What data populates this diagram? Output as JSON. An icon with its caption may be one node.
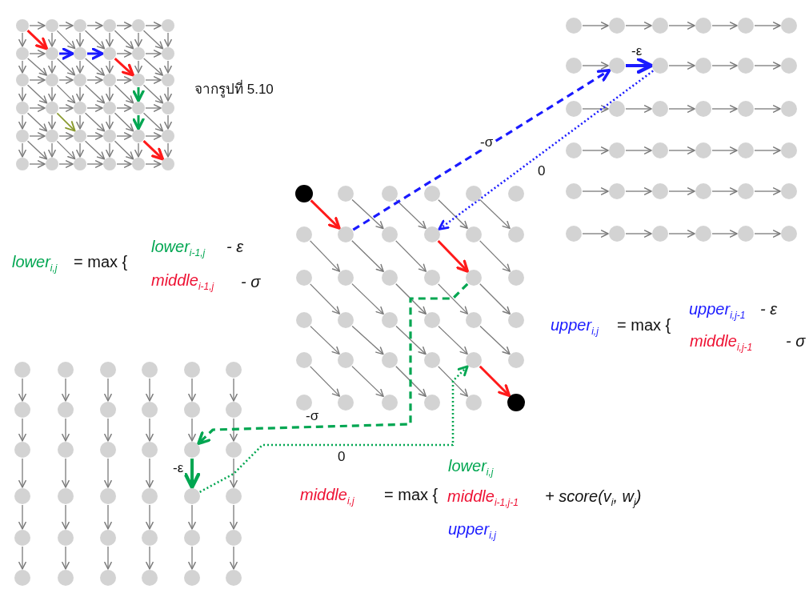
{
  "diagram": {
    "nodes": [
      {
        "text": [],
        "shape": "circle"
      },
      {
        "text": [],
        "shape": "circle"
      },
      {
        "text": [],
        "shape": "circle"
      },
      {
        "text": [],
        "shape": "circle"
      },
      {
        "text": [],
        "shape": "circle"
      },
      {
        "text": [],
        "shape": "circle"
      },
      {
        "text": [],
        "shape": "circle"
      },
      {
        "text": [],
        "shape": "circle"
      },
      {
        "text": [],
        "shape": "circle"
      },
      {
        "text": [],
        "shape": "circle"
      },
      {
        "text": [],
        "shape": "circle"
      },
      {
        "text": [],
        "shape": "circle"
      },
      {
        "text": [],
        "shape": "circle"
      },
      {
        "text": [],
        "shape": "circle"
      },
      {
        "text": [],
        "shape": "circle"
      },
      {
        "text": [],
        "shape": "circle"
      },
      {
        "text": [],
        "shape": "circle"
      },
      {
        "text": [],
        "shape": "circle"
      },
      {
        "text": [],
        "shape": "circle"
      },
      {
        "text": [],
        "shape": "circle"
      },
      {
        "text": [],
        "shape": "circle"
      },
      {
        "text": [],
        "shape": "circle"
      },
      {
        "text": [],
        "shape": "circle"
      },
      {
        "text": [],
        "shape": "circle"
      },
      {
        "text": [],
        "shape": "circle"
      },
      {
        "text": [],
        "shape": "circle"
      },
      {
        "text": [],
        "shape": "circle"
      },
      {
        "text": [],
        "shape": "circle"
      },
      {
        "text": [],
        "shape": "circle"
      },
      {
        "text": [],
        "shape": "circle"
      },
      {
        "text": [],
        "shape": "circle"
      },
      {
        "text": [],
        "shape": "circle"
      },
      {
        "text": [],
        "shape": "circle"
      },
      {
        "text": [],
        "shape": "circle"
      },
      {
        "text": [],
        "shape": "circle"
      },
      {
        "text": [],
        "shape": "circle"
      },
      {
        "text": [],
        "shape": "circle"
      },
      {
        "text": [],
        "shape": "circle"
      },
      {
        "text": [],
        "shape": "circle"
      },
      {
        "text": [],
        "shape": "circle"
      },
      {
        "text": [],
        "shape": "circle"
      },
      {
        "text": [],
        "shape": "circle"
      },
      {
        "text": [],
        "shape": "circle"
      },
      {
        "text": [],
        "shape": "circle"
      },
      {
        "text": [],
        "shape": "circle"
      },
      {
        "text": [],
        "shape": "circle"
      },
      {
        "text": [],
        "shape": "circle"
      },
      {
        "text": [],
        "shape": "circle"
      },
      {
        "text": [],
        "shape": "circle"
      },
      {
        "text": [],
        "shape": "circle"
      },
      {
        "text": [],
        "shape": "circle"
      },
      {
        "text": [],
        "shape": "circle"
      },
      {
        "text": [],
        "shape": "circle"
      },
      {
        "text": [],
        "shape": "circle"
      },
      {
        "text": [],
        "shape": "circle"
      },
      {
        "text": [],
        "shape": "circle"
      },
      {
        "text": [],
        "shape": "circle"
      },
      {
        "text": [],
        "shape": "circle"
      },
      {
        "text": [],
        "shape": "circle"
      },
      {
        "text": [],
        "shape": "circle"
      },
      {
        "text": [],
        "shape": "circle"
      },
      {
        "text": [],
        "shape": "circle"
      },
      {
        "text": [],
        "shape": "circle"
      },
      {
        "text": [],
        "shape": "circle"
      },
      {
        "text": [],
        "shape": "circle"
      },
      {
        "text": [],
        "shape": "circle"
      },
      {
        "text": [],
        "shape": "circle"
      },
      {
        "text": [],
        "shape": "circle"
      },
      {
        "text": [],
        "shape": "circle"
      },
      {
        "text": [],
        "shape": "circle"
      },
      {
        "text": [],
        "shape": "circle"
      },
      {
        "text": [],
        "shape": "circle"
      },
      {
        "text": [],
        "shape": "circle"
      },
      {
        "text": [],
        "shape": "circle"
      },
      {
        "text": [],
        "shape": "circle"
      },
      {
        "text": [],
        "shape": "circle"
      },
      {
        "text": [],
        "shape": "circle"
      },
      {
        "text": [],
        "shape": "circle"
      },
      {
        "text": [],
        "shape": "circle"
      },
      {
        "text": [],
        "shape": "circle"
      },
      {
        "text": [],
        "shape": "circle"
      },
      {
        "text": [],
        "shape": "circle"
      },
      {
        "text": [],
        "shape": "circle"
      },
      {
        "text": [],
        "shape": "circle"
      },
      {
        "text": [],
        "shape": "circle"
      },
      {
        "text": [],
        "shape": "circle"
      },
      {
        "text": [],
        "shape": "circle"
      },
      {
        "text": [],
        "shape": "circle"
      },
      {
        "text": [],
        "shape": "circle"
      },
      {
        "text": [],
        "shape": "circle"
      },
      {
        "text": [],
        "shape": "circle"
      },
      {
        "text": [],
        "shape": "circle"
      },
      {
        "text": [],
        "shape": "circle"
      },
      {
        "text": [],
        "shape": "circle"
      },
      {
        "text": [],
        "shape": "circle"
      },
      {
        "text": [],
        "shape": "circle"
      },
      {
        "text": [],
        "shape": "circle"
      },
      {
        "text": [],
        "shape": "circle"
      },
      {
        "text": [],
        "shape": "circle"
      },
      {
        "text": [],
        "shape": "circle"
      },
      {
        "text": [],
        "shape": "circle"
      },
      {
        "text": [],
        "shape": "circle"
      },
      {
        "text": [],
        "shape": "circle"
      },
      {
        "text": [],
        "shape": "circle"
      },
      {
        "text": [],
        "shape": "circle"
      },
      {
        "text": [],
        "shape": "circle"
      },
      {
        "text": [],
        "shape": "circle"
      },
      {
        "text": [],
        "shape": "circle"
      },
      {
        "text": [],
        "shape": "circle"
      },
      {
        "text": [],
        "shape": "circle"
      },
      {
        "text": [],
        "shape": "circle"
      },
      {
        "text": [],
        "shape": "circle"
      },
      {
        "text": [],
        "shape": "circle"
      },
      {
        "text": [],
        "shape": "circle"
      },
      {
        "text": [],
        "shape": "circle"
      },
      {
        "text": [],
        "shape": "circle"
      },
      {
        "text": [],
        "shape": "circle"
      },
      {
        "text": [],
        "shape": "circle"
      },
      {
        "text": [],
        "shape": "circle"
      },
      {
        "text": [],
        "shape": "circle"
      },
      {
        "text": [],
        "shape": "circle"
      },
      {
        "text": [],
        "shape": "circle"
      },
      {
        "text": [],
        "shape": "circle"
      },
      {
        "text": [],
        "shape": "circle"
      },
      {
        "text": [],
        "shape": "circle"
      },
      {
        "text": [],
        "shape": "circle"
      },
      {
        "text": [],
        "shape": "circle"
      },
      {
        "text": [],
        "shape": "circle"
      },
      {
        "text": [],
        "shape": "circle"
      },
      {
        "text": [],
        "shape": "circle"
      },
      {
        "text": [],
        "shape": "circle"
      },
      {
        "text": [],
        "shape": "circle"
      },
      {
        "text": [],
        "shape": "circle"
      },
      {
        "text": [],
        "shape": "circle"
      },
      {
        "text": [],
        "shape": "circle"
      },
      {
        "text": [],
        "shape": "circle"
      },
      {
        "text": [],
        "shape": "circle"
      },
      {
        "text": [],
        "shape": "circle"
      },
      {
        "text": [],
        "shape": "circle"
      },
      {
        "text": [],
        "shape": "circle"
      },
      {
        "text": [],
        "shape": "circle"
      },
      {
        "text": [],
        "shape": "circle"
      },
      {
        "text": [],
        "shape": "circle"
      },
      {
        "text": [],
        "shape": "circle"
      }
    ],
    "edges": [
      {
        "from": 0,
        "to": 1,
        "arrow": "to"
      },
      {
        "from": 0,
        "to": 6,
        "arrow": "to"
      },
      {
        "from": 0,
        "to": 7,
        "arrow": "to",
        "style": "thick",
        "color": "#ff1a1a"
      },
      {
        "from": 1,
        "to": 2,
        "arrow": "to"
      },
      {
        "from": 1,
        "to": 7,
        "arrow": "to"
      },
      {
        "from": 1,
        "to": 8,
        "arrow": "to"
      },
      {
        "from": 2,
        "to": 3,
        "arrow": "to"
      },
      {
        "from": 2,
        "to": 8,
        "arrow": "to"
      },
      {
        "from": 2,
        "to": 9,
        "arrow": "to"
      },
      {
        "from": 3,
        "to": 4,
        "arrow": "to"
      },
      {
        "from": 3,
        "to": 9,
        "arrow": "to"
      },
      {
        "from": 3,
        "to": 10,
        "arrow": "to"
      },
      {
        "from": 4,
        "to": 5,
        "arrow": "to"
      },
      {
        "from": 4,
        "to": 10,
        "arrow": "to"
      },
      {
        "from": 4,
        "to": 11,
        "arrow": "to"
      },
      {
        "from": 5,
        "to": 11,
        "arrow": "to"
      },
      {
        "from": 6,
        "to": 7,
        "arrow": "to"
      },
      {
        "from": 6,
        "to": 12,
        "arrow": "to"
      },
      {
        "from": 6,
        "to": 13,
        "arrow": "to"
      },
      {
        "from": 7,
        "to": 8,
        "arrow": "to",
        "style": "thick",
        "color": "#1a1aff"
      },
      {
        "from": 7,
        "to": 13,
        "arrow": "to"
      },
      {
        "from": 7,
        "to": 14,
        "arrow": "to"
      },
      {
        "from": 8,
        "to": 9,
        "arrow": "to",
        "style": "thick",
        "color": "#1a1aff"
      },
      {
        "from": 8,
        "to": 14,
        "arrow": "to"
      },
      {
        "from": 8,
        "to": 15,
        "arrow": "to"
      },
      {
        "from": 9,
        "to": 10,
        "arrow": "to"
      },
      {
        "from": 9,
        "to": 15,
        "arrow": "to"
      },
      {
        "from": 9,
        "to": 16,
        "arrow": "to",
        "style": "thick",
        "color": "#ff1a1a"
      },
      {
        "from": 10,
        "to": 11,
        "arrow": "to"
      },
      {
        "from": 10,
        "to": 16,
        "arrow": "to"
      },
      {
        "from": 10,
        "to": 17,
        "arrow": "to"
      },
      {
        "from": 11,
        "to": 17,
        "arrow": "to"
      },
      {
        "from": 12,
        "to": 13,
        "arrow": "to"
      },
      {
        "from": 12,
        "to": 18,
        "arrow": "to"
      },
      {
        "from": 12,
        "to": 19,
        "arrow": "to"
      },
      {
        "from": 13,
        "to": 14,
        "arrow": "to"
      },
      {
        "from": 13,
        "to": 19,
        "arrow": "to"
      },
      {
        "from": 13,
        "to": 20,
        "arrow": "to"
      },
      {
        "from": 14,
        "to": 15,
        "arrow": "to"
      },
      {
        "from": 14,
        "to": 20,
        "arrow": "to"
      },
      {
        "from": 14,
        "to": 21,
        "arrow": "to"
      },
      {
        "from": 15,
        "to": 16,
        "arrow": "to"
      },
      {
        "from": 15,
        "to": 21,
        "arrow": "to"
      },
      {
        "from": 15,
        "to": 22,
        "arrow": "to"
      },
      {
        "from": 16,
        "to": 17,
        "arrow": "to"
      },
      {
        "from": 16,
        "to": 22,
        "arrow": "to",
        "style": "thick",
        "color": "#00a651"
      },
      {
        "from": 16,
        "to": 23,
        "arrow": "to"
      },
      {
        "from": 17,
        "to": 23,
        "arrow": "to"
      },
      {
        "from": 18,
        "to": 19,
        "arrow": "to"
      },
      {
        "from": 18,
        "to": 24,
        "arrow": "to"
      },
      {
        "from": 18,
        "to": 25,
        "arrow": "to"
      },
      {
        "from": 19,
        "to": 20,
        "arrow": "to"
      },
      {
        "from": 19,
        "to": 25,
        "arrow": "to"
      },
      {
        "from": 19,
        "to": 26,
        "arrow": "to",
        "color": "#8a9a30"
      },
      {
        "from": 20,
        "to": 21,
        "arrow": "to"
      },
      {
        "from": 20,
        "to": 26,
        "arrow": "to"
      },
      {
        "from": 20,
        "to": 27,
        "arrow": "to"
      },
      {
        "from": 21,
        "to": 22,
        "arrow": "to"
      },
      {
        "from": 21,
        "to": 27,
        "arrow": "to"
      },
      {
        "from": 21,
        "to": 28,
        "arrow": "to"
      },
      {
        "from": 22,
        "to": 23,
        "arrow": "to"
      },
      {
        "from": 22,
        "to": 28,
        "arrow": "to",
        "style": "thick",
        "color": "#00a651"
      },
      {
        "from": 22,
        "to": 29,
        "arrow": "to"
      },
      {
        "from": 23,
        "to": 29,
        "arrow": "to"
      },
      {
        "from": 24,
        "to": 25,
        "arrow": "to"
      },
      {
        "from": 24,
        "to": 30,
        "arrow": "to"
      },
      {
        "from": 24,
        "to": 31,
        "arrow": "to"
      },
      {
        "from": 25,
        "to": 26,
        "arrow": "to"
      },
      {
        "from": 25,
        "to": 31,
        "arrow": "to"
      },
      {
        "from": 25,
        "to": 32,
        "arrow": "to"
      },
      {
        "from": 26,
        "to": 27,
        "arrow": "to"
      },
      {
        "from": 26,
        "to": 32,
        "arrow": "to"
      },
      {
        "from": 26,
        "to": 33,
        "arrow": "to"
      },
      {
        "from": 27,
        "to": 28,
        "arrow": "to"
      },
      {
        "from": 27,
        "to": 33,
        "arrow": "to"
      },
      {
        "from": 27,
        "to": 34,
        "arrow": "to"
      },
      {
        "from": 28,
        "to": 29,
        "arrow": "to"
      },
      {
        "from": 28,
        "to": 34,
        "arrow": "to"
      },
      {
        "from": 28,
        "to": 35,
        "arrow": "to",
        "style": "thick",
        "color": "#ff1a1a"
      },
      {
        "from": 29,
        "to": 35,
        "arrow": "to"
      },
      {
        "from": 30,
        "to": 31,
        "arrow": "to"
      },
      {
        "from": 31,
        "to": 32,
        "arrow": "to"
      },
      {
        "from": 32,
        "to": 33,
        "arrow": "to"
      },
      {
        "from": 33,
        "to": 34,
        "arrow": "to"
      },
      {
        "from": 34,
        "to": 35,
        "arrow": "to"
      },
      {
        "from": 36,
        "to": 37,
        "arrow": "to"
      },
      {
        "from": 37,
        "to": 38,
        "arrow": "to"
      },
      {
        "from": 38,
        "to": 39,
        "arrow": "to"
      },
      {
        "from": 39,
        "to": 40,
        "arrow": "to"
      },
      {
        "from": 40,
        "to": 41,
        "arrow": "to"
      },
      {
        "from": 42,
        "to": 43,
        "arrow": "to"
      },
      {
        "from": 43,
        "to": 44,
        "arrow": "to",
        "style": "thick",
        "color": "#1a1aff",
        "label": "-ε"
      },
      {
        "from": 44,
        "to": 45,
        "arrow": "to"
      },
      {
        "from": 45,
        "to": 46,
        "arrow": "to"
      },
      {
        "from": 46,
        "to": 47,
        "arrow": "to"
      },
      {
        "from": 48,
        "to": 49,
        "arrow": "to"
      },
      {
        "from": 49,
        "to": 50,
        "arrow": "to"
      },
      {
        "from": 50,
        "to": 51,
        "arrow": "to"
      },
      {
        "from": 51,
        "to": 52,
        "arrow": "to"
      },
      {
        "from": 52,
        "to": 53,
        "arrow": "to"
      },
      {
        "from": 54,
        "to": 55,
        "arrow": "to"
      },
      {
        "from": 55,
        "to": 56,
        "arrow": "to"
      },
      {
        "from": 56,
        "to": 57,
        "arrow": "to"
      },
      {
        "from": 57,
        "to": 58,
        "arrow": "to"
      },
      {
        "from": 58,
        "to": 59,
        "arrow": "to"
      },
      {
        "from": 60,
        "to": 61,
        "arrow": "to"
      },
      {
        "from": 61,
        "to": 62,
        "arrow": "to"
      },
      {
        "from": 62,
        "to": 63,
        "arrow": "to"
      },
      {
        "from": 63,
        "to": 64,
        "arrow": "to"
      },
      {
        "from": 64,
        "to": 65,
        "arrow": "to"
      },
      {
        "from": 66,
        "to": 67,
        "arrow": "to"
      },
      {
        "from": 67,
        "to": 68,
        "arrow": "to"
      },
      {
        "from": 68,
        "to": 69,
        "arrow": "to"
      },
      {
        "from": 69,
        "to": 70,
        "arrow": "to"
      },
      {
        "from": 70,
        "to": 71,
        "arrow": "to"
      },
      {
        "from": 72,
        "to": 79,
        "arrow": "to",
        "style": "thick",
        "color": "#ff1a1a"
      },
      {
        "from": 73,
        "to": 80,
        "arrow": "to"
      },
      {
        "from": 74,
        "to": 81,
        "arrow": "to"
      },
      {
        "from": 75,
        "to": 82,
        "arrow": "to"
      },
      {
        "from": 76,
        "to": 83,
        "arrow": "to"
      },
      {
        "from": 78,
        "to": 85,
        "arrow": "to"
      },
      {
        "from": 79,
        "to": 86,
        "arrow": "to"
      },
      {
        "from": 80,
        "to": 87,
        "arrow": "to"
      },
      {
        "from": 81,
        "to": 88,
        "arrow": "to",
        "style": "thick",
        "color": "#ff1a1a"
      },
      {
        "from": 82,
        "to": 89,
        "arrow": "to"
      },
      {
        "from": 84,
        "to": 91,
        "arrow": "to"
      },
      {
        "from": 85,
        "to": 92,
        "arrow": "to"
      },
      {
        "from": 86,
        "to": 93,
        "arrow": "to"
      },
      {
        "from": 87,
        "to": 94,
        "arrow": "to"
      },
      {
        "from": 88,
        "to": 95,
        "arrow": "to"
      },
      {
        "from": 90,
        "to": 97,
        "arrow": "to"
      },
      {
        "from": 91,
        "to": 98,
        "arrow": "to"
      },
      {
        "from": 92,
        "to": 99,
        "arrow": "to"
      },
      {
        "from": 93,
        "to": 100,
        "arrow": "to"
      },
      {
        "from": 94,
        "to": 101,
        "arrow": "to"
      },
      {
        "from": 96,
        "to": 103,
        "arrow": "to"
      },
      {
        "from": 97,
        "to": 104,
        "arrow": "to"
      },
      {
        "from": 98,
        "to": 105,
        "arrow": "to"
      },
      {
        "from": 99,
        "to": 106,
        "arrow": "to"
      },
      {
        "from": 100,
        "to": 107,
        "arrow": "to",
        "style": "thick",
        "color": "#ff1a1a"
      },
      {
        "from": 108,
        "to": 114,
        "arrow": "to"
      },
      {
        "from": 109,
        "to": 115,
        "arrow": "to"
      },
      {
        "from": 110,
        "to": 116,
        "arrow": "to"
      },
      {
        "from": 111,
        "to": 117,
        "arrow": "to"
      },
      {
        "from": 112,
        "to": 118,
        "arrow": "to"
      },
      {
        "from": 113,
        "to": 119,
        "arrow": "to"
      },
      {
        "from": 114,
        "to": 120,
        "arrow": "to"
      },
      {
        "from": 115,
        "to": 121,
        "arrow": "to"
      },
      {
        "from": 116,
        "to": 122,
        "arrow": "to"
      },
      {
        "from": 117,
        "to": 123,
        "arrow": "to"
      },
      {
        "from": 118,
        "to": 124,
        "arrow": "to"
      },
      {
        "from": 119,
        "to": 125,
        "arrow": "to"
      },
      {
        "from": 120,
        "to": 126,
        "arrow": "to"
      },
      {
        "from": 121,
        "to": 127,
        "arrow": "to"
      },
      {
        "from": 122,
        "to": 128,
        "arrow": "to"
      },
      {
        "from": 123,
        "to": 129,
        "arrow": "to"
      },
      {
        "from": 124,
        "to": 130,
        "arrow": "to",
        "style": "thick",
        "color": "#00a651",
        "label": "-ε"
      },
      {
        "from": 125,
        "to": 131,
        "arrow": "to"
      },
      {
        "from": 126,
        "to": 132,
        "arrow": "to"
      },
      {
        "from": 127,
        "to": 133,
        "arrow": "to"
      },
      {
        "from": 128,
        "to": 134,
        "arrow": "to"
      },
      {
        "from": 129,
        "to": 135,
        "arrow": "to"
      },
      {
        "from": 130,
        "to": 136,
        "arrow": "to"
      },
      {
        "from": 131,
        "to": 137,
        "arrow": "to"
      },
      {
        "from": 132,
        "to": 138,
        "arrow": "to"
      },
      {
        "from": 133,
        "to": 139,
        "arrow": "to"
      },
      {
        "from": 134,
        "to": 140,
        "arrow": "to"
      },
      {
        "from": 135,
        "to": 141,
        "arrow": "to"
      },
      {
        "from": 136,
        "to": 142,
        "arrow": "to"
      },
      {
        "from": 137,
        "to": 143,
        "arrow": "to"
      },
      {
        "from": 79,
        "to": 43,
        "arrow": "to",
        "style": "dashed",
        "color": "#1a1aff",
        "label": "-σ"
      },
      {
        "from": 44,
        "to": 81,
        "arrow": "to",
        "style": "dashed",
        "color": "#1a1aff",
        "label": "0"
      },
      {
        "from": 88,
        "to": 124,
        "arrow": "to",
        "style": "dashed",
        "color": "#00a651",
        "label": "-σ"
      },
      {
        "from": 130,
        "to": 100,
        "arrow": "to",
        "style": "dashed",
        "color": "#00a651",
        "label": "0"
      }
    ],
    "labels": [
      "จากรูปที่ 5.10",
      "lower$_{i,j}$",
      "= max {",
      "lower$_{i-1,j}$",
      "- ε",
      "middle$_{i-1,j}$",
      "- σ",
      "upper$_{i,j}$",
      "= max {",
      "upper$_{i,j-1}$",
      "- ε",
      "middle$_{i,j-1}$",
      "- σ",
      "lower$_{i,j}$",
      "middle$_{i,j}$",
      "= max {",
      "middle$_{i-1,j-1}$",
      "+ score(v$_{i}$, w$_{j}$)",
      "upper$_{i,j}$"
    ]
  }
}
